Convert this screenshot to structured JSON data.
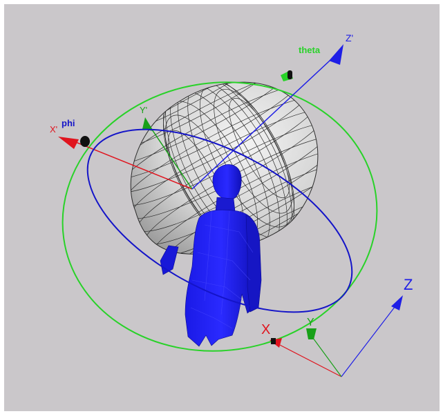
{
  "viewer": {
    "background_color": "#cac7ca",
    "colors": {
      "x_axis": "#e0141e",
      "y_axis": "#18a018",
      "z_axis": "#1e1ee6",
      "phi_ring": "#1414c8",
      "theta_ring": "#28d228",
      "body_model": "#1a1ae6",
      "pattern_lobe": "#d8d8d8"
    },
    "labels": {
      "theta": "theta",
      "phi": "phi",
      "z_prime": "Z'",
      "y_prime": "Y'",
      "x_prime": "X'",
      "x": "X",
      "y": "Y",
      "z": "Z"
    },
    "objects": {
      "lobe": "radiation-pattern-lobe",
      "body": "human-torso-model"
    }
  }
}
